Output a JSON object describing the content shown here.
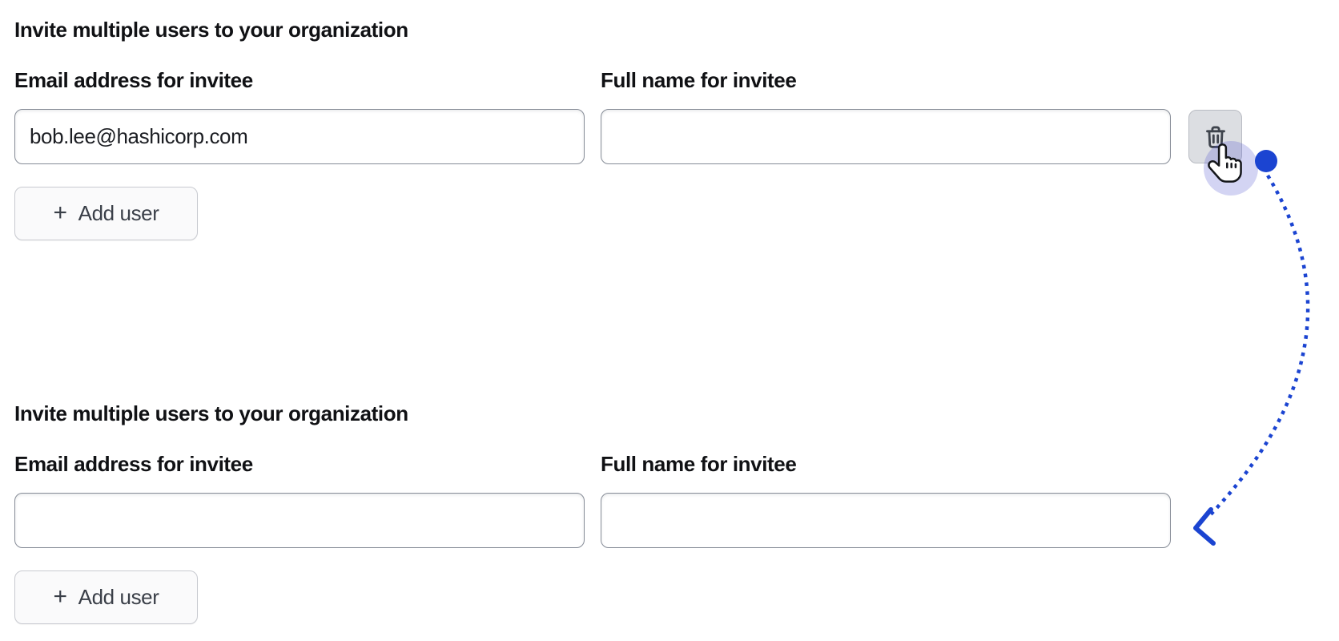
{
  "colors": {
    "accent_blue": "#1b44d1",
    "cursor_halo": "rgba(84,88,210,0.26)",
    "trash_button_bg": "#dcdee2",
    "input_border": "#868c97"
  },
  "sections": [
    {
      "heading": "Invite multiple users to your organization",
      "fields": [
        {
          "label": "Email address for invitee",
          "value": "bob.lee@hashicorp.com"
        },
        {
          "label": "Full name for invitee",
          "value": ""
        }
      ],
      "plus_glyph": "+",
      "add_user_label": "Add user"
    },
    {
      "heading": "Invite multiple users to your organization",
      "fields": [
        {
          "label": "Email address for invitee",
          "value": ""
        },
        {
          "label": "Full name for invitee",
          "value": ""
        }
      ],
      "plus_glyph": "+",
      "add_user_label": "Add user"
    }
  ]
}
